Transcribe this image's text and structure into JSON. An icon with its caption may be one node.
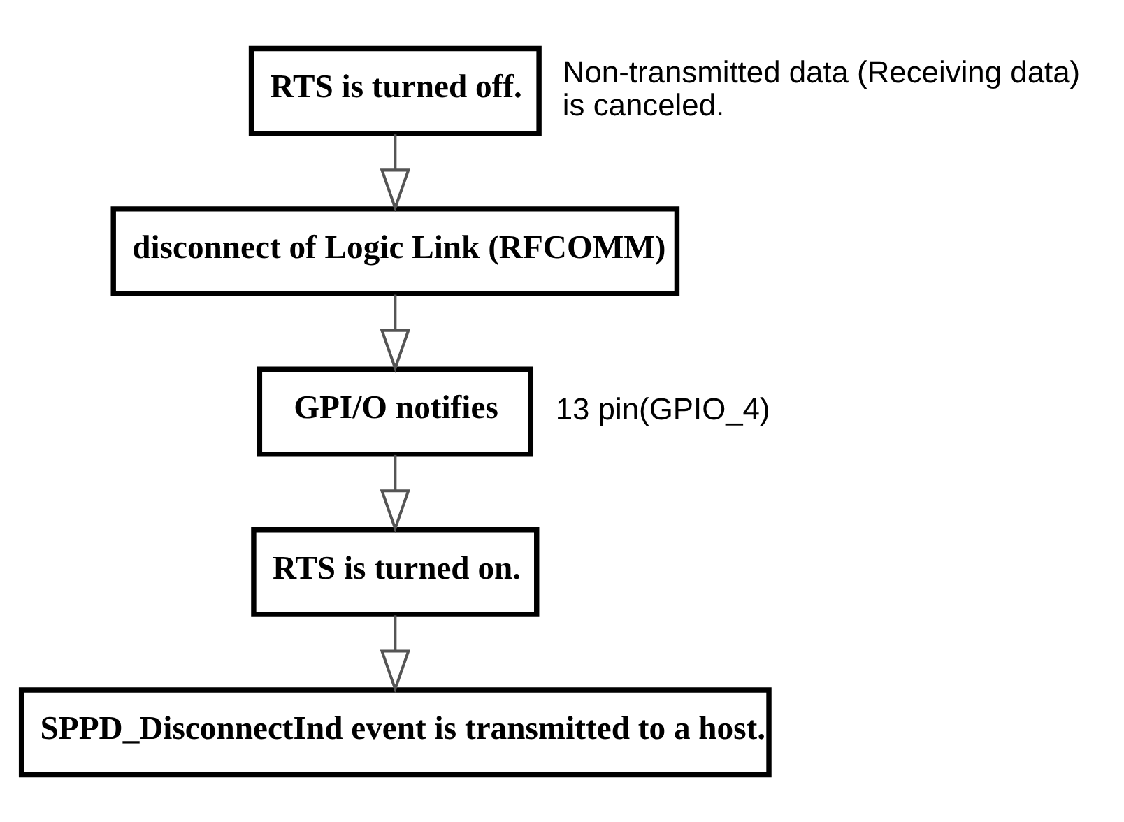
{
  "diagram": {
    "nodes": [
      {
        "text": [
          "RTS is turned off."
        ],
        "beside": [
          "Non-transmitted data (Receiving data) is canceled."
        ]
      },
      {
        "text": [
          "disconnect of Logic Link (RFCOMM)"
        ]
      },
      {
        "text": [
          "GPI/O notifies"
        ],
        "beside": [
          "13 pin(GPIO_4)"
        ]
      },
      {
        "text": [
          "RTS is turned on."
        ]
      },
      {
        "text": [
          "SPPD_DisconnectInd event is transmitted to a host."
        ]
      }
    ],
    "edges": [
      {
        "from": 0,
        "to": 1,
        "arrow": "to"
      },
      {
        "from": 1,
        "to": 2,
        "arrow": "to"
      },
      {
        "from": 2,
        "to": 3,
        "arrow": "to"
      },
      {
        "from": 3,
        "to": 4,
        "arrow": "to"
      }
    ]
  }
}
